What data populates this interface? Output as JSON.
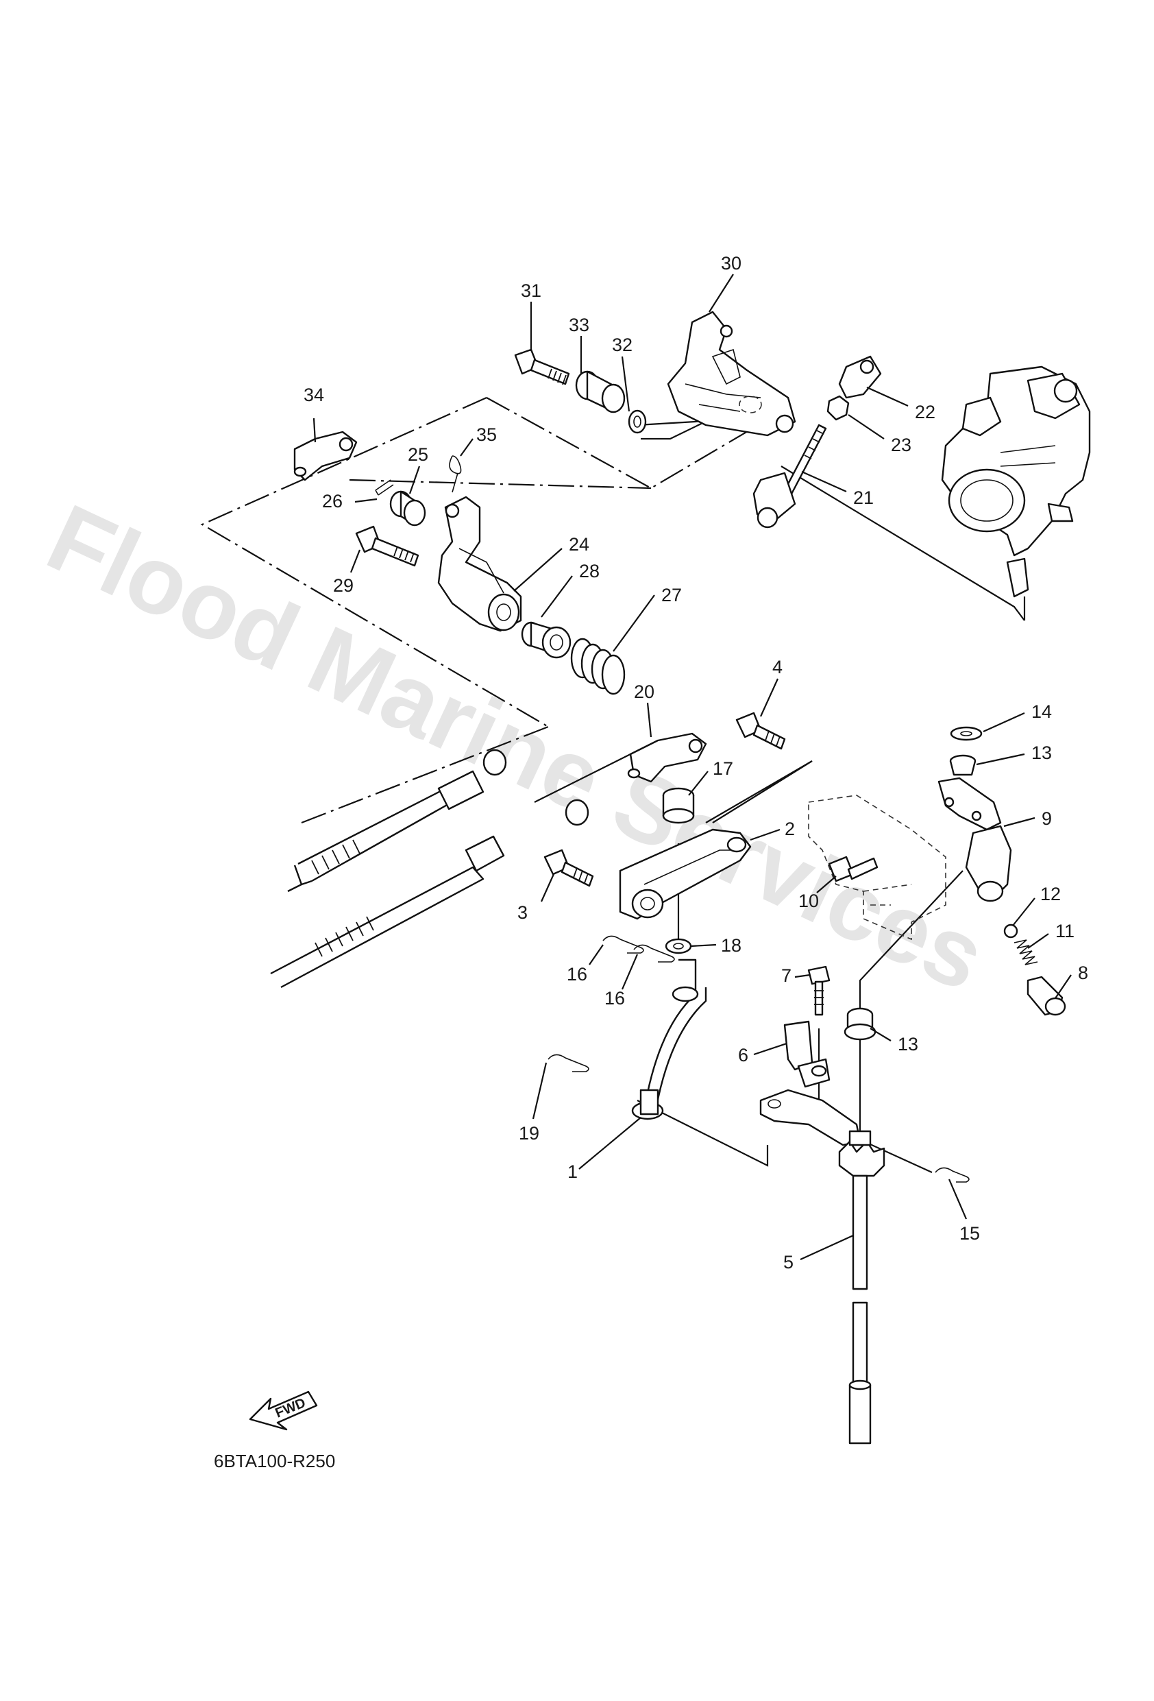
{
  "watermark": "Flood Marine Services",
  "diagram_code": "6BTA100-R250",
  "fwd_label": "FWD",
  "callouts": [
    {
      "id": "c30",
      "text": "30"
    },
    {
      "id": "c31",
      "text": "31"
    },
    {
      "id": "c33",
      "text": "33"
    },
    {
      "id": "c32",
      "text": "32"
    },
    {
      "id": "c34",
      "text": "34"
    },
    {
      "id": "c35",
      "text": "35"
    },
    {
      "id": "c25",
      "text": "25"
    },
    {
      "id": "c26",
      "text": "26"
    },
    {
      "id": "c22",
      "text": "22"
    },
    {
      "id": "c23",
      "text": "23"
    },
    {
      "id": "c21",
      "text": "21"
    },
    {
      "id": "c24",
      "text": "24"
    },
    {
      "id": "c29",
      "text": "29"
    },
    {
      "id": "c28",
      "text": "28"
    },
    {
      "id": "c27",
      "text": "27"
    },
    {
      "id": "c4",
      "text": "4"
    },
    {
      "id": "c20",
      "text": "20"
    },
    {
      "id": "c14",
      "text": "14"
    },
    {
      "id": "c13a",
      "text": "13"
    },
    {
      "id": "c17",
      "text": "17"
    },
    {
      "id": "c9",
      "text": "9"
    },
    {
      "id": "c2",
      "text": "2"
    },
    {
      "id": "c10",
      "text": "10"
    },
    {
      "id": "c12",
      "text": "12"
    },
    {
      "id": "c3",
      "text": "3"
    },
    {
      "id": "c11",
      "text": "11"
    },
    {
      "id": "c18",
      "text": "18"
    },
    {
      "id": "c8",
      "text": "8"
    },
    {
      "id": "c16a",
      "text": "16"
    },
    {
      "id": "c7",
      "text": "7"
    },
    {
      "id": "c16b",
      "text": "16"
    },
    {
      "id": "c13b",
      "text": "13"
    },
    {
      "id": "c6",
      "text": "6"
    },
    {
      "id": "c19",
      "text": "19"
    },
    {
      "id": "c1",
      "text": "1"
    },
    {
      "id": "c15",
      "text": "15"
    },
    {
      "id": "c5",
      "text": "5"
    }
  ]
}
